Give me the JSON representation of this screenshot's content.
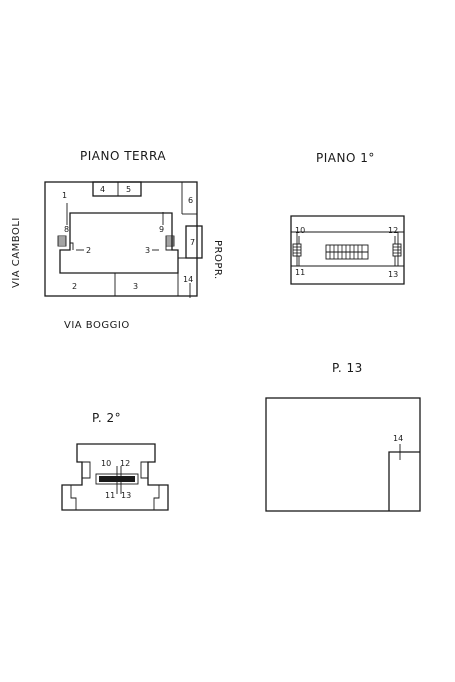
{
  "plans": {
    "ground": {
      "title": "PIANO TERRA",
      "street_left": "VIA CAMBOLI",
      "street_bottom": "VIA BOGGIO",
      "side_right": "PROPR.",
      "labels": {
        "n1": "1",
        "n2a": "2",
        "n2b": "2",
        "n3a": "3",
        "n3b": "3",
        "n4": "4",
        "n5": "5",
        "n6": "6",
        "n7": "7",
        "n8": "8",
        "n9": "9",
        "n14": "14"
      }
    },
    "first": {
      "title": "PIANO 1°",
      "labels": {
        "n10": "10",
        "n11": "11",
        "n12": "12",
        "n13": "13"
      }
    },
    "second": {
      "title": "P. 2°",
      "labels": {
        "n10": "10",
        "n11": "11",
        "n12": "12",
        "n13": "13"
      }
    },
    "parcel": {
      "title": "P. 13",
      "labels": {
        "n14": "14"
      }
    }
  }
}
